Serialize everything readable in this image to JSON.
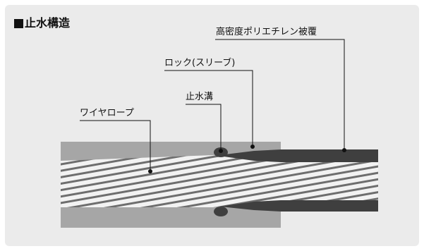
{
  "title": "止水構造",
  "labels": {
    "polyethylene_coating": "高密度ポリエチレン被覆",
    "lock_sleeve": "ロック(スリーブ)",
    "water_stop_groove": "止水溝",
    "wire_rope": "ワイヤロープ"
  },
  "colors": {
    "panel_background": "#ebebeb",
    "sleeve_grey": "#a6a6a6",
    "coating_dark": "#3f3f3f",
    "rope_light": "#f2f2f2",
    "rope_dark": "#6e6e6e",
    "leader_line": "#111111"
  }
}
